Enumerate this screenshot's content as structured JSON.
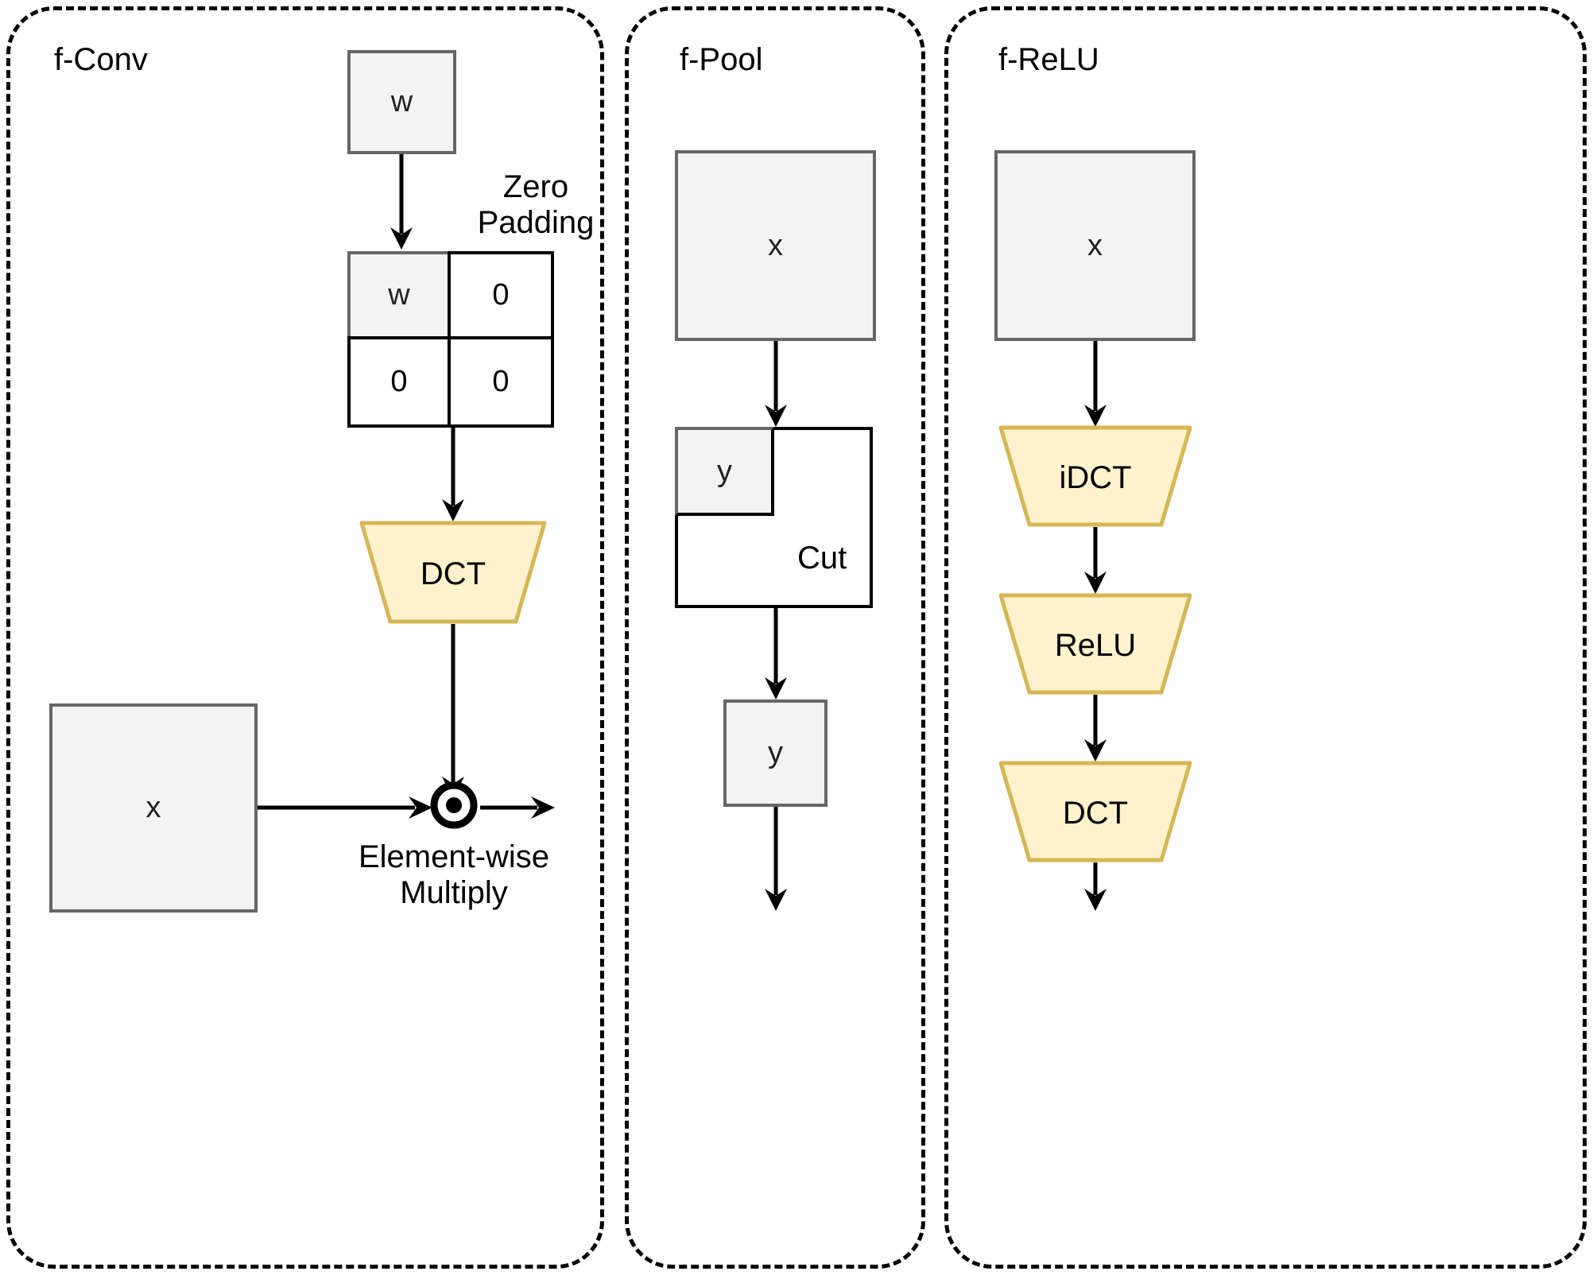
{
  "figure": {
    "background": "#ffffff",
    "accent_yellow_fill": "#fff2cc",
    "accent_yellow_stroke": "#d6b656",
    "gray_fill": "#f3f3f3",
    "gray_stroke": "#666666",
    "line_color": "#000000"
  },
  "panels": [
    {
      "id": "f-conv",
      "title": "f-Conv"
    },
    {
      "id": "f-pool",
      "title": "f-Pool"
    },
    {
      "id": "f-relu",
      "title": "f-ReLU"
    }
  ],
  "f_conv": {
    "weight_box": "w",
    "zero_padding_label": "Zero\nPadding",
    "padded_grid": {
      "cells": [
        {
          "value": "w",
          "style": "gray"
        },
        {
          "value": "0",
          "style": "white"
        },
        {
          "value": "0",
          "style": "white"
        },
        {
          "value": "0",
          "style": "white"
        }
      ]
    },
    "dct_block": "DCT",
    "input_box": "x",
    "multiply_icon": "element-wise-multiply-icon",
    "multiply_label": "Element-wise\nMultiply"
  },
  "f_pool": {
    "input_box": "x",
    "cut_output_box": "y",
    "cut_label": "Cut",
    "result_box": "y"
  },
  "f_relu": {
    "input_box": "x",
    "blocks": [
      {
        "label": "iDCT"
      },
      {
        "label": "ReLU"
      },
      {
        "label": "DCT"
      }
    ]
  }
}
